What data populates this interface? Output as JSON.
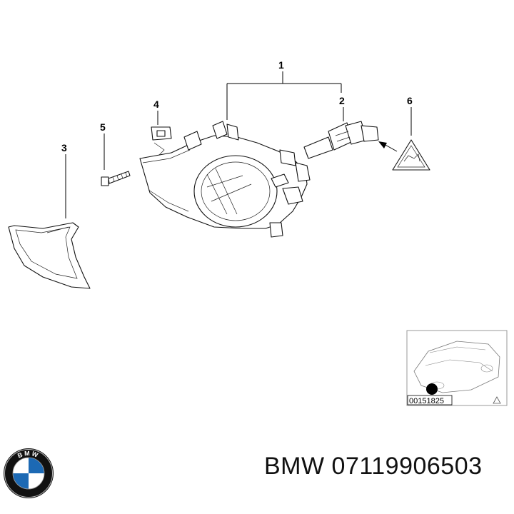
{
  "diagram": {
    "callouts": [
      "1",
      "2",
      "3",
      "4",
      "5",
      "6"
    ],
    "thumbnail_code": "00151825"
  },
  "footer": {
    "brand": "BMW",
    "part_number": "07119906503"
  },
  "logo": {
    "text": "BMW",
    "colors": {
      "ring": "#111111",
      "blue": "#1c69b4",
      "white": "#ffffff"
    }
  }
}
